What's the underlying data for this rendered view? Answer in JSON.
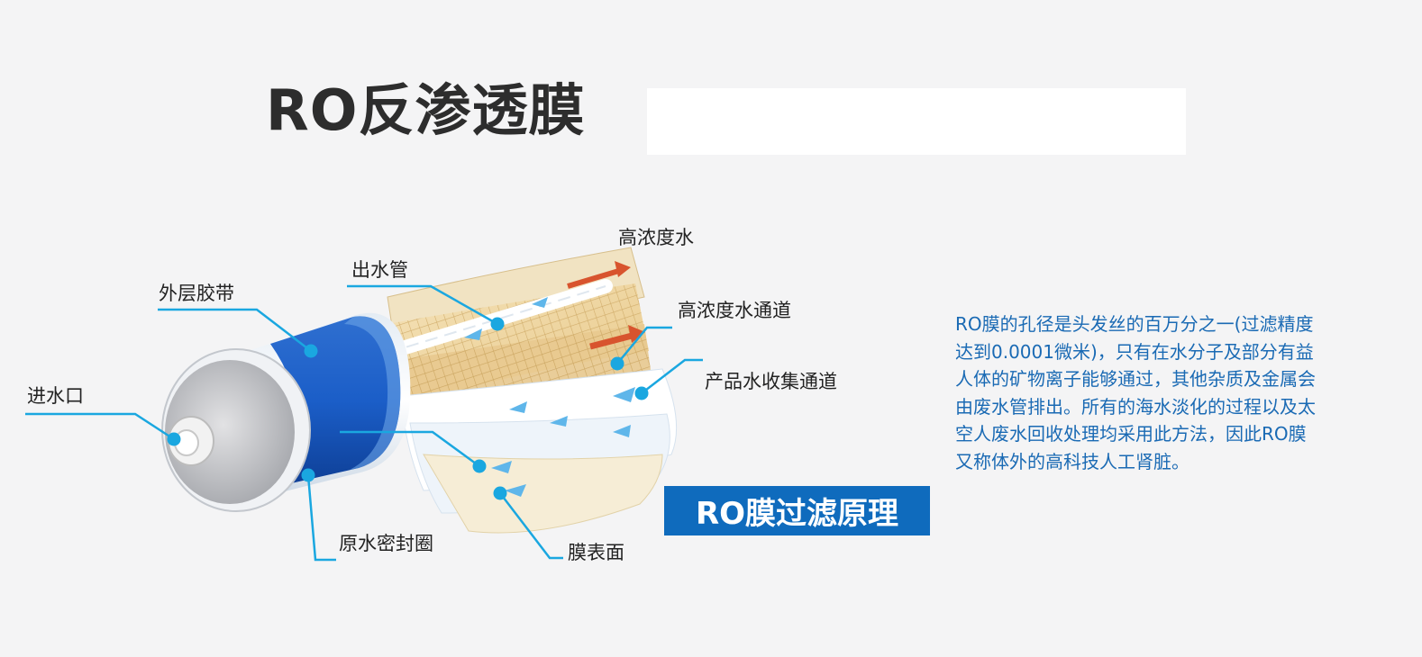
{
  "title": "RO反渗透膜",
  "badge": "RO膜过滤原理",
  "labels": {
    "high_conc_water": "高浓度水",
    "outlet_pipe": "出水管",
    "outer_tape": "外层胶带",
    "high_conc_channel": "高浓度水通道",
    "inlet": "进水口",
    "product_channel": "产品水收集通道",
    "raw_water_seal": "原水密封圈",
    "membrane_surface": "膜表面"
  },
  "description_lines": [
    "RO膜的孔径是头发丝的百万分之一(过滤精度",
    "达到0.0001微米)，只有在水分子及部分有益",
    "人体的矿物离子能够通过，其他杂质及金属会",
    "由废水管排出。所有的海水淡化的过程以及太",
    "空人废水回收处理均采用此方法，因此RO膜",
    "又称体外的高科技人工肾脏。"
  ],
  "colors": {
    "accent_blue": "#0f6bbd",
    "label_line": "#1aa7e0",
    "arrow_orange": "#d8542e",
    "description_text": "#1a6ab4"
  }
}
